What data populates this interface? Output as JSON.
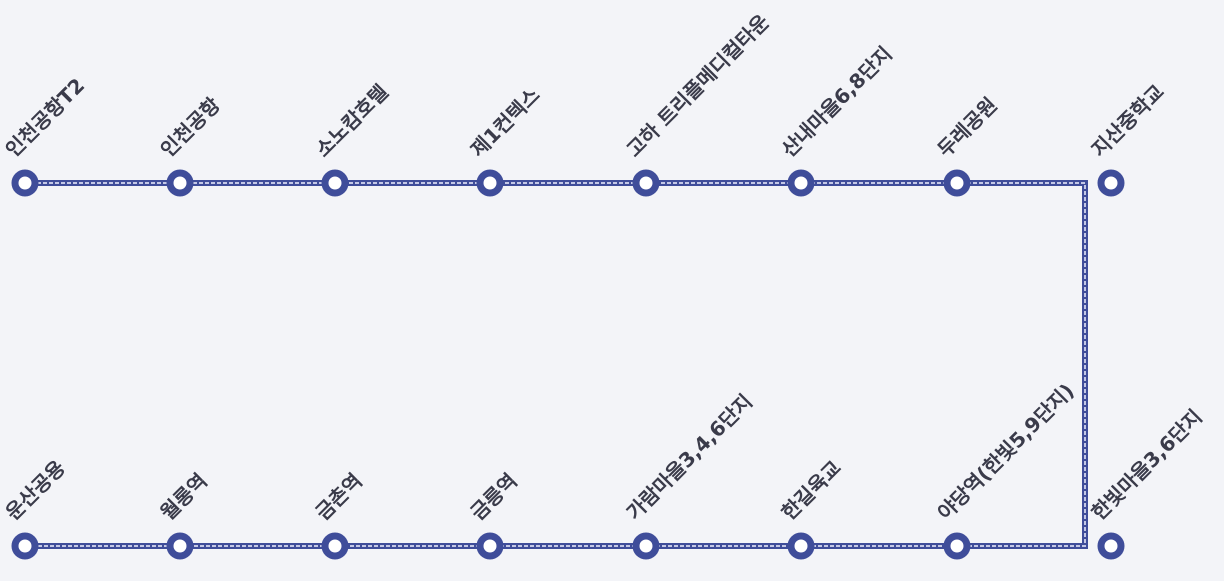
{
  "route": {
    "line_color": "#3f4d9a",
    "line_inner_color": "#c4c8e6",
    "station_ring_color": "#3f4d9a",
    "station_center_color": "#ffffff",
    "top_row": [
      {
        "label": "인천공항T2"
      },
      {
        "label": "인천공항"
      },
      {
        "label": "소노캄호텔"
      },
      {
        "label": "제1컨텍스"
      },
      {
        "label": "고하 트리플메디컬타운"
      },
      {
        "label": "산내마을6,8단지"
      },
      {
        "label": "두레공원"
      },
      {
        "label": "지산중학교"
      }
    ],
    "bottom_row": [
      {
        "label": "운산공용"
      },
      {
        "label": "월롱역"
      },
      {
        "label": "금촌역"
      },
      {
        "label": "금릉역"
      },
      {
        "label": "가람마을3,4,6단지"
      },
      {
        "label": "한길육교"
      },
      {
        "label": "야당역(한빛5,9단지)"
      },
      {
        "label": "한빛마을3,6단지"
      }
    ]
  }
}
